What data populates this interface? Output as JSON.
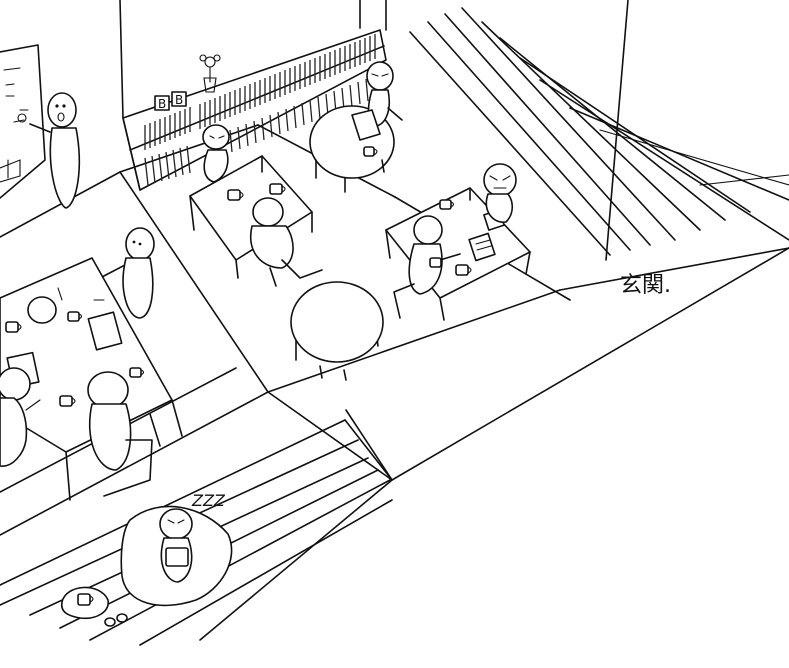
{
  "labels": {
    "entrance": "玄関.",
    "sleep_sound": "ZZZ",
    "shelf_bins": [
      "B",
      "B"
    ]
  },
  "colors": {
    "ink": "#111111",
    "paper": "#ffffff"
  },
  "icons": [
    "person-figure",
    "coffee-cup-icon",
    "table",
    "round-table",
    "bookshelf",
    "flower-icon",
    "whiteboard",
    "stairs"
  ]
}
